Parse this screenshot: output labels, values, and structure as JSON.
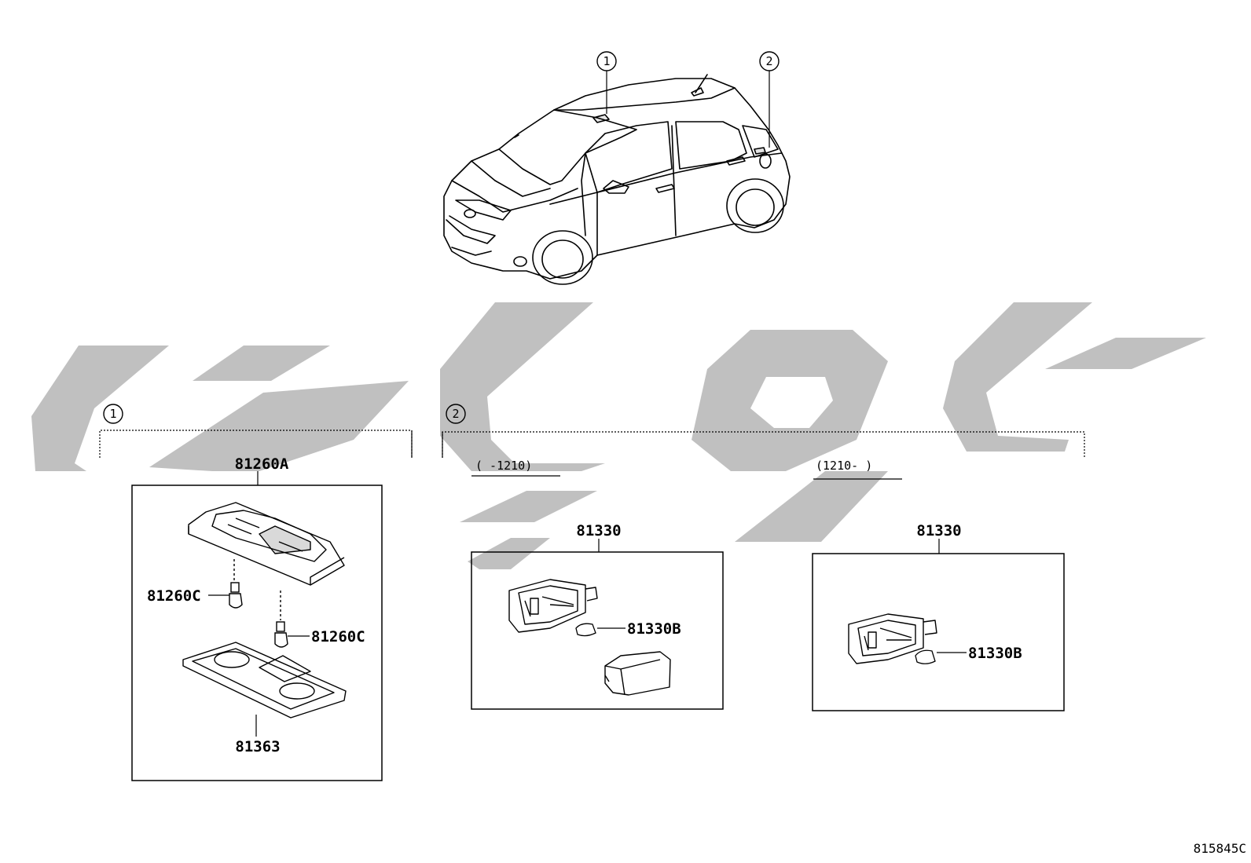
{
  "figure_id": "815845C",
  "callouts": [
    "1",
    "2"
  ],
  "sections": {
    "s1": {
      "callout": "1",
      "assembly": "81260A",
      "parts": {
        "bulb_left": "81260C",
        "bulb_right": "81260C",
        "lens": "81363"
      }
    },
    "s2": {
      "callout": "2",
      "left": {
        "range": "(   -1210)",
        "assembly": "81330",
        "bulb": "81330B"
      },
      "right": {
        "range": "(1210-   )",
        "assembly": "81330",
        "bulb": "81330B"
      }
    }
  },
  "colors": {
    "line": "#000000",
    "watermark": "#bdbdbd"
  },
  "watermark": {
    "type": "logo"
  }
}
